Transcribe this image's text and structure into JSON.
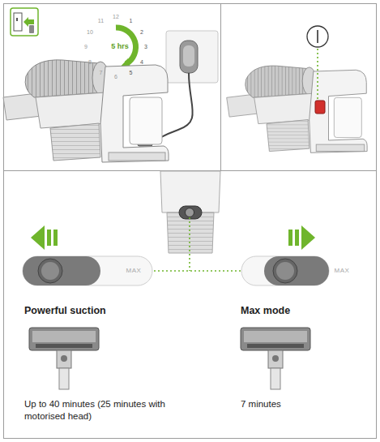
{
  "diagram": {
    "labels": [
      "12",
      "1",
      "2",
      "3",
      "4",
      "5",
      "6",
      "7",
      "8",
      "9",
      "10",
      "11",
      "5 hrs",
      "MAX",
      "MAX",
      "Powerful suction",
      "Max mode",
      "Up to 40 minutes (25 minutes with motorised head)",
      "7 minutes"
    ]
  }
}
